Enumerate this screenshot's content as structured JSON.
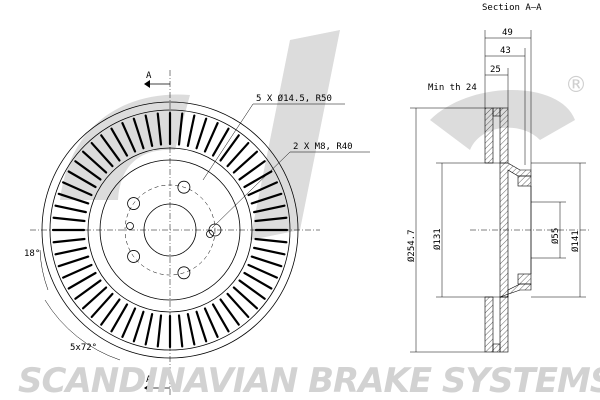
{
  "watermark": {
    "tagline": "SCANDINAVIAN BRAKE SYSTEMS",
    "registered_mark": "®"
  },
  "front_view": {
    "section_marker": "A",
    "bolt_hole_callout": "5 X Ø14.5, R50",
    "thread_callout": "2 X M8, R40",
    "angle_label": "18°",
    "pitch_label": "5x72°"
  },
  "section_view": {
    "title": "Section A–A",
    "min_thickness": "Min th 24",
    "dim_49": "49",
    "dim_43": "43",
    "dim_25": "25",
    "dia_outer": "Ø254.7",
    "dia_131": "Ø131",
    "dia_55": "Ø55",
    "dia_141": "Ø141"
  }
}
